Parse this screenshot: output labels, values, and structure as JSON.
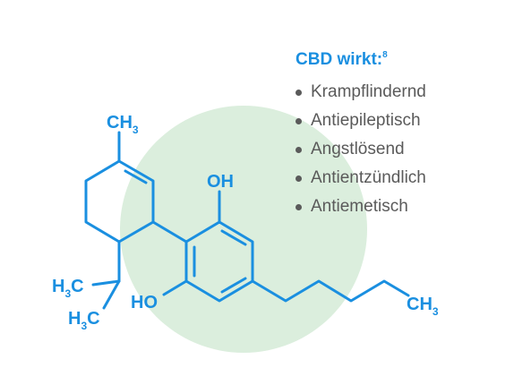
{
  "colors": {
    "bond": "#1a8fe0",
    "atom_label": "#1a8fe0",
    "circle_fill": "#dbeedd",
    "title": "#1a8fe0",
    "list_text": "#5a5a5a"
  },
  "molecule": {
    "label_ch3_top": "CH",
    "label_ch3_top_sub": "3",
    "label_oh_top": "OH",
    "label_ho_bottom": "HO",
    "label_h3c_upper_h": "H",
    "label_h3c_upper_sub": "3",
    "label_h3c_upper_c": "C",
    "label_h3c_lower_h": "H",
    "label_h3c_lower_sub": "3",
    "label_h3c_lower_c": "C",
    "label_ch3_tail": "CH",
    "label_ch3_tail_sub": "3"
  },
  "info": {
    "title": "CBD wirkt:",
    "footnote": "8",
    "effects": [
      "Krampflindernd",
      "Antiepileptisch",
      "Angstlösend",
      "Antientzündlich",
      "Antiemetisch"
    ]
  }
}
